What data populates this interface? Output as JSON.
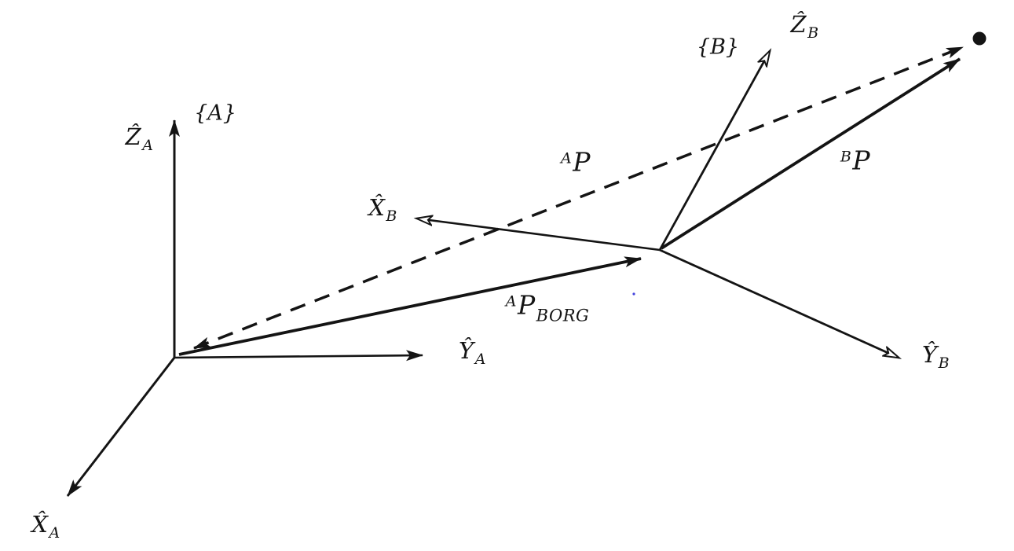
{
  "figure": {
    "labels": {
      "frame_a": {
        "main": "{A}"
      },
      "z_a": {
        "main": "Ẑ",
        "sub": "A"
      },
      "y_a": {
        "main": "Ŷ",
        "sub": "A"
      },
      "x_a": {
        "main": "X̂",
        "sub": "A"
      },
      "frame_b": {
        "main": "{B}"
      },
      "z_b": {
        "main": "Ẑ",
        "sub": "B"
      },
      "y_b": {
        "main": "Ŷ",
        "sub": "B"
      },
      "x_b": {
        "main": "X̂",
        "sub": "B"
      },
      "p_a": {
        "sup": "A",
        "main": "P"
      },
      "p_b": {
        "sup": "B",
        "main": "P"
      },
      "p_borg": {
        "sup": "A",
        "main": "P",
        "sub": "BORG"
      }
    },
    "colors": {
      "ink": "#141414",
      "background": "#ffffff",
      "artifact_dot": "#4444dd"
    }
  }
}
